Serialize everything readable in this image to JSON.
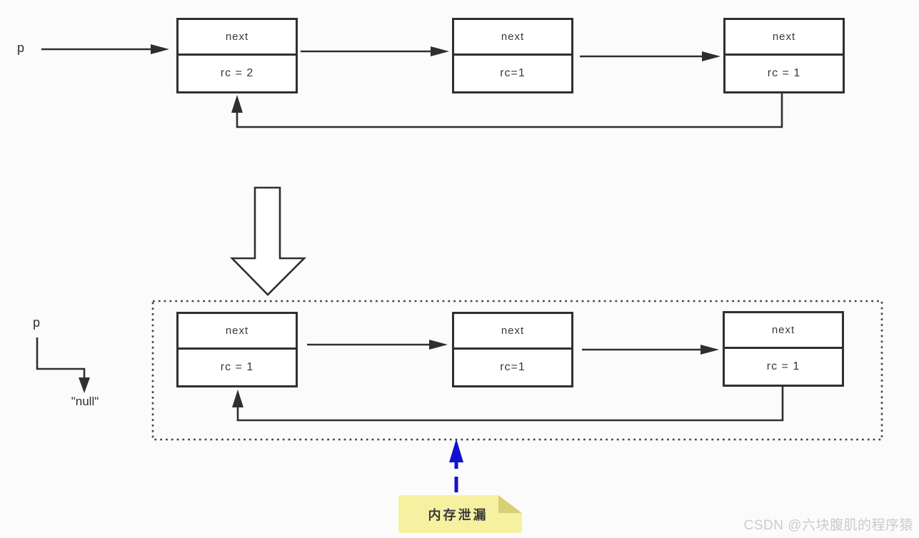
{
  "diagram_title": "reference-counting linked list memory leak",
  "colors": {
    "background": "#fbfbfb",
    "line": "#2f2f2f",
    "node_fill": "#ffffff",
    "node_border": "#2f2f2f",
    "dotted_boundary": "#464646",
    "leak_arrow_blue": "#1212cc",
    "note_background": "#f5f1a1",
    "note_fold": "#d8d075",
    "watermark_gray": "#cbcbcb"
  },
  "top_section": {
    "pointer_label": "p",
    "nodes": [
      {
        "field": "next",
        "rc": "rc = 2"
      },
      {
        "field": "next",
        "rc": "rc=1"
      },
      {
        "field": "next",
        "rc": "rc = 1"
      }
    ]
  },
  "bottom_section": {
    "pointer_label": "p",
    "null_label": "\"null\"",
    "nodes": [
      {
        "field": "next",
        "rc": "rc = 1"
      },
      {
        "field": "next",
        "rc": "rc=1"
      },
      {
        "field": "next",
        "rc": "rc = 1"
      }
    ]
  },
  "annotation": {
    "label": "内存泄漏"
  },
  "watermark": {
    "label": "CSDN @六块腹肌的程序猿"
  }
}
